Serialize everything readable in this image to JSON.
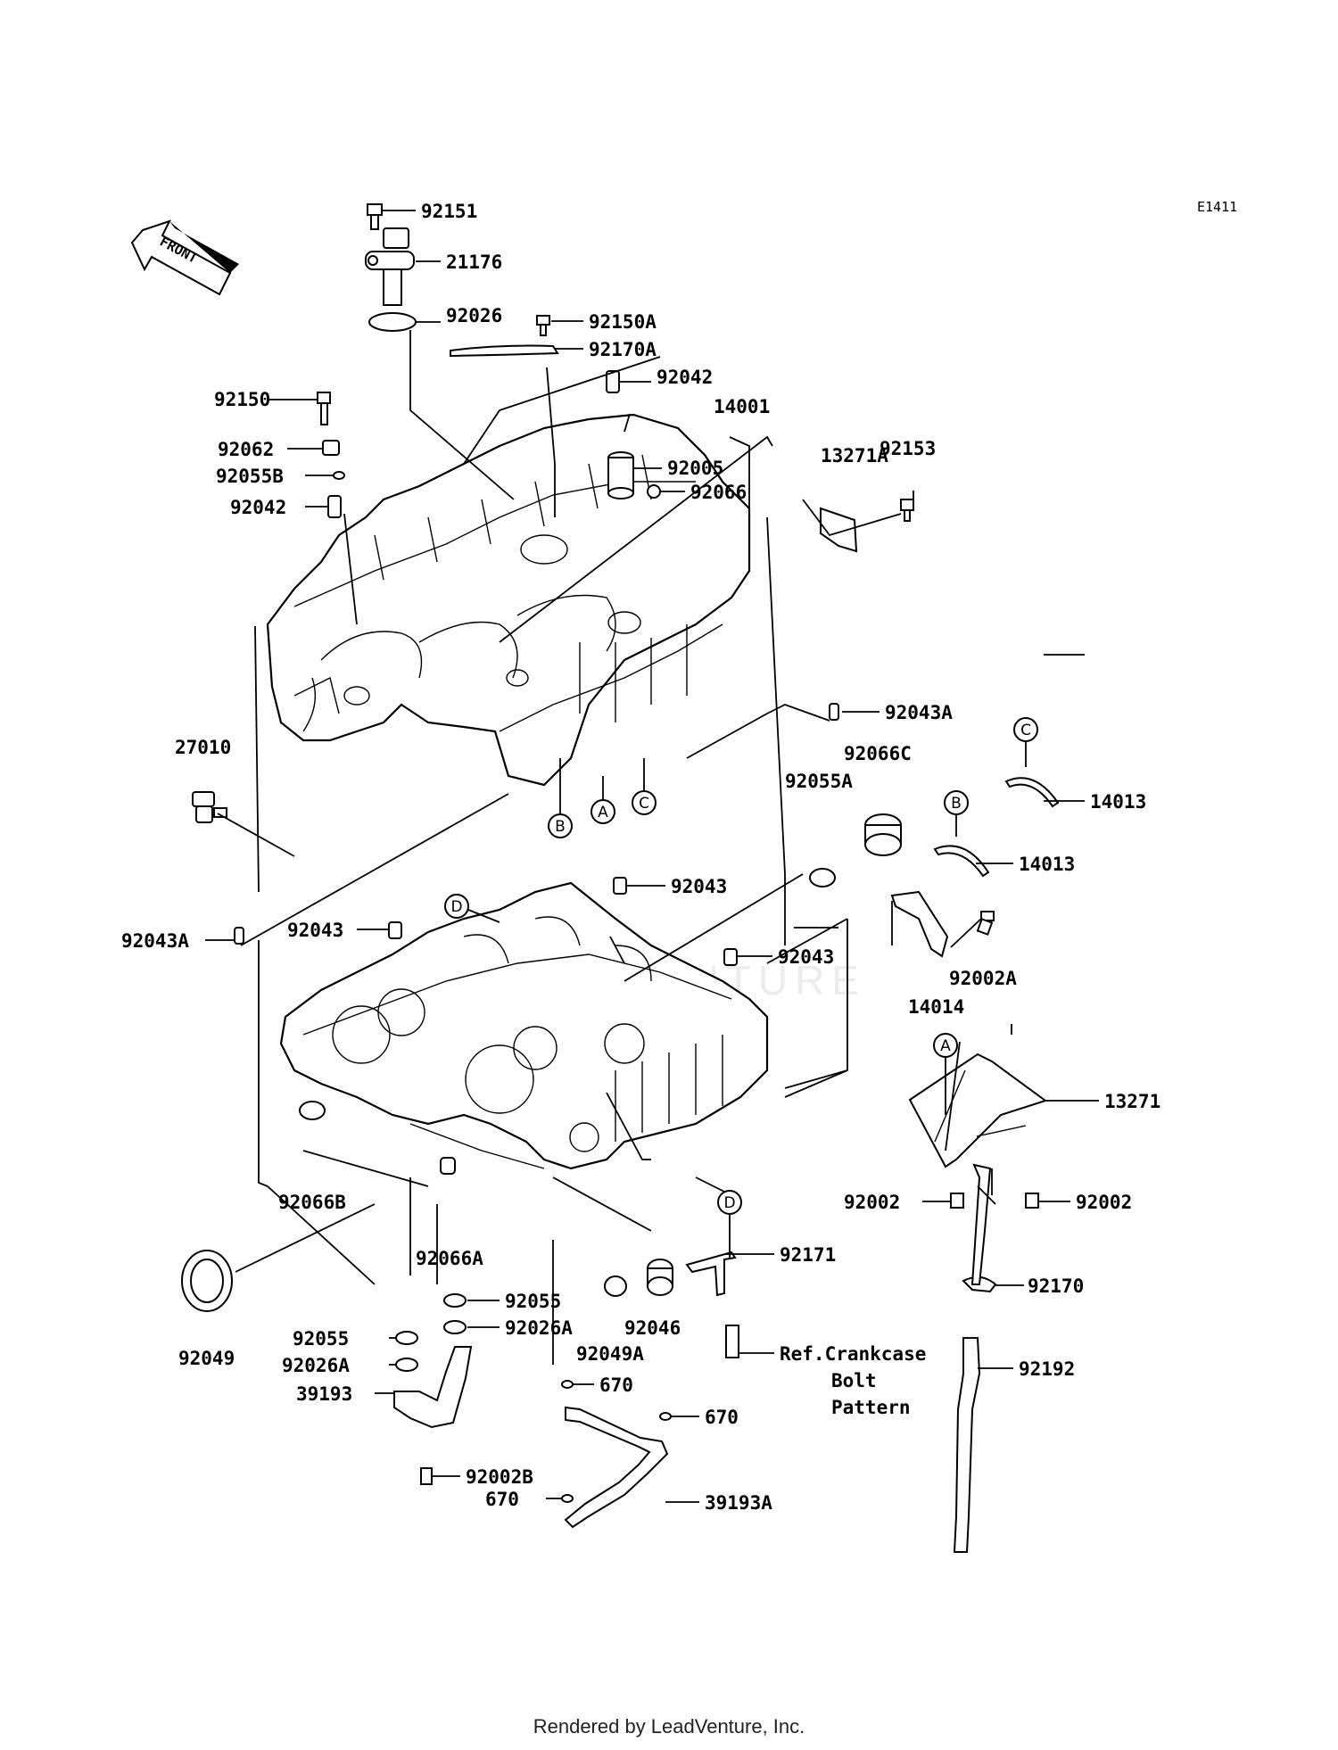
{
  "diagram_code": "E1411",
  "front_label": "FRONT",
  "footer": "Rendered by LeadVenture, Inc.",
  "watermark": "LEADVENTURE",
  "labels": {
    "p92151": "92151",
    "p21176": "21176",
    "p92026": "92026",
    "p92150A": "92150A",
    "p92170A": "92170A",
    "p92042a": "92042",
    "p14001": "14001",
    "p92150": "92150",
    "p92062": "92062",
    "p92055B": "92055B",
    "p92042b": "92042",
    "p92005": "92005",
    "p92066": "92066",
    "p13271A": "13271A",
    "p92153": "92153",
    "p92043Aa": "92043A",
    "p27010": "27010",
    "p92066C": "92066C",
    "p92055A": "92055A",
    "p14013a": "14013",
    "p14013b": "14013",
    "p92043a": "92043",
    "p92043b": "92043",
    "p92043Ab": "92043A",
    "p92043c": "92043",
    "p92002A": "92002A",
    "p14014": "14014",
    "p13271": "13271",
    "p92066B": "92066B",
    "p92066A": "92066A",
    "p92002a": "92002",
    "p92002b": "92002",
    "p92049": "92049",
    "p92055a": "92055",
    "p92026Aa": "92026A",
    "p92046": "92046",
    "p92171": "92171",
    "p92170": "92170",
    "p92055b": "92055",
    "p92026Ab": "92026A",
    "p92049A": "92049A",
    "p39193": "39193",
    "p670a": "670",
    "p670b": "670",
    "p670c": "670",
    "p92192": "92192",
    "p92002B": "92002B",
    "p39193A": "39193A",
    "ref1": "Ref.Crankcase",
    "ref2": "Bolt",
    "ref3": "Pattern"
  },
  "callouts": {
    "A": "A",
    "B": "B",
    "C": "C",
    "D": "D"
  }
}
